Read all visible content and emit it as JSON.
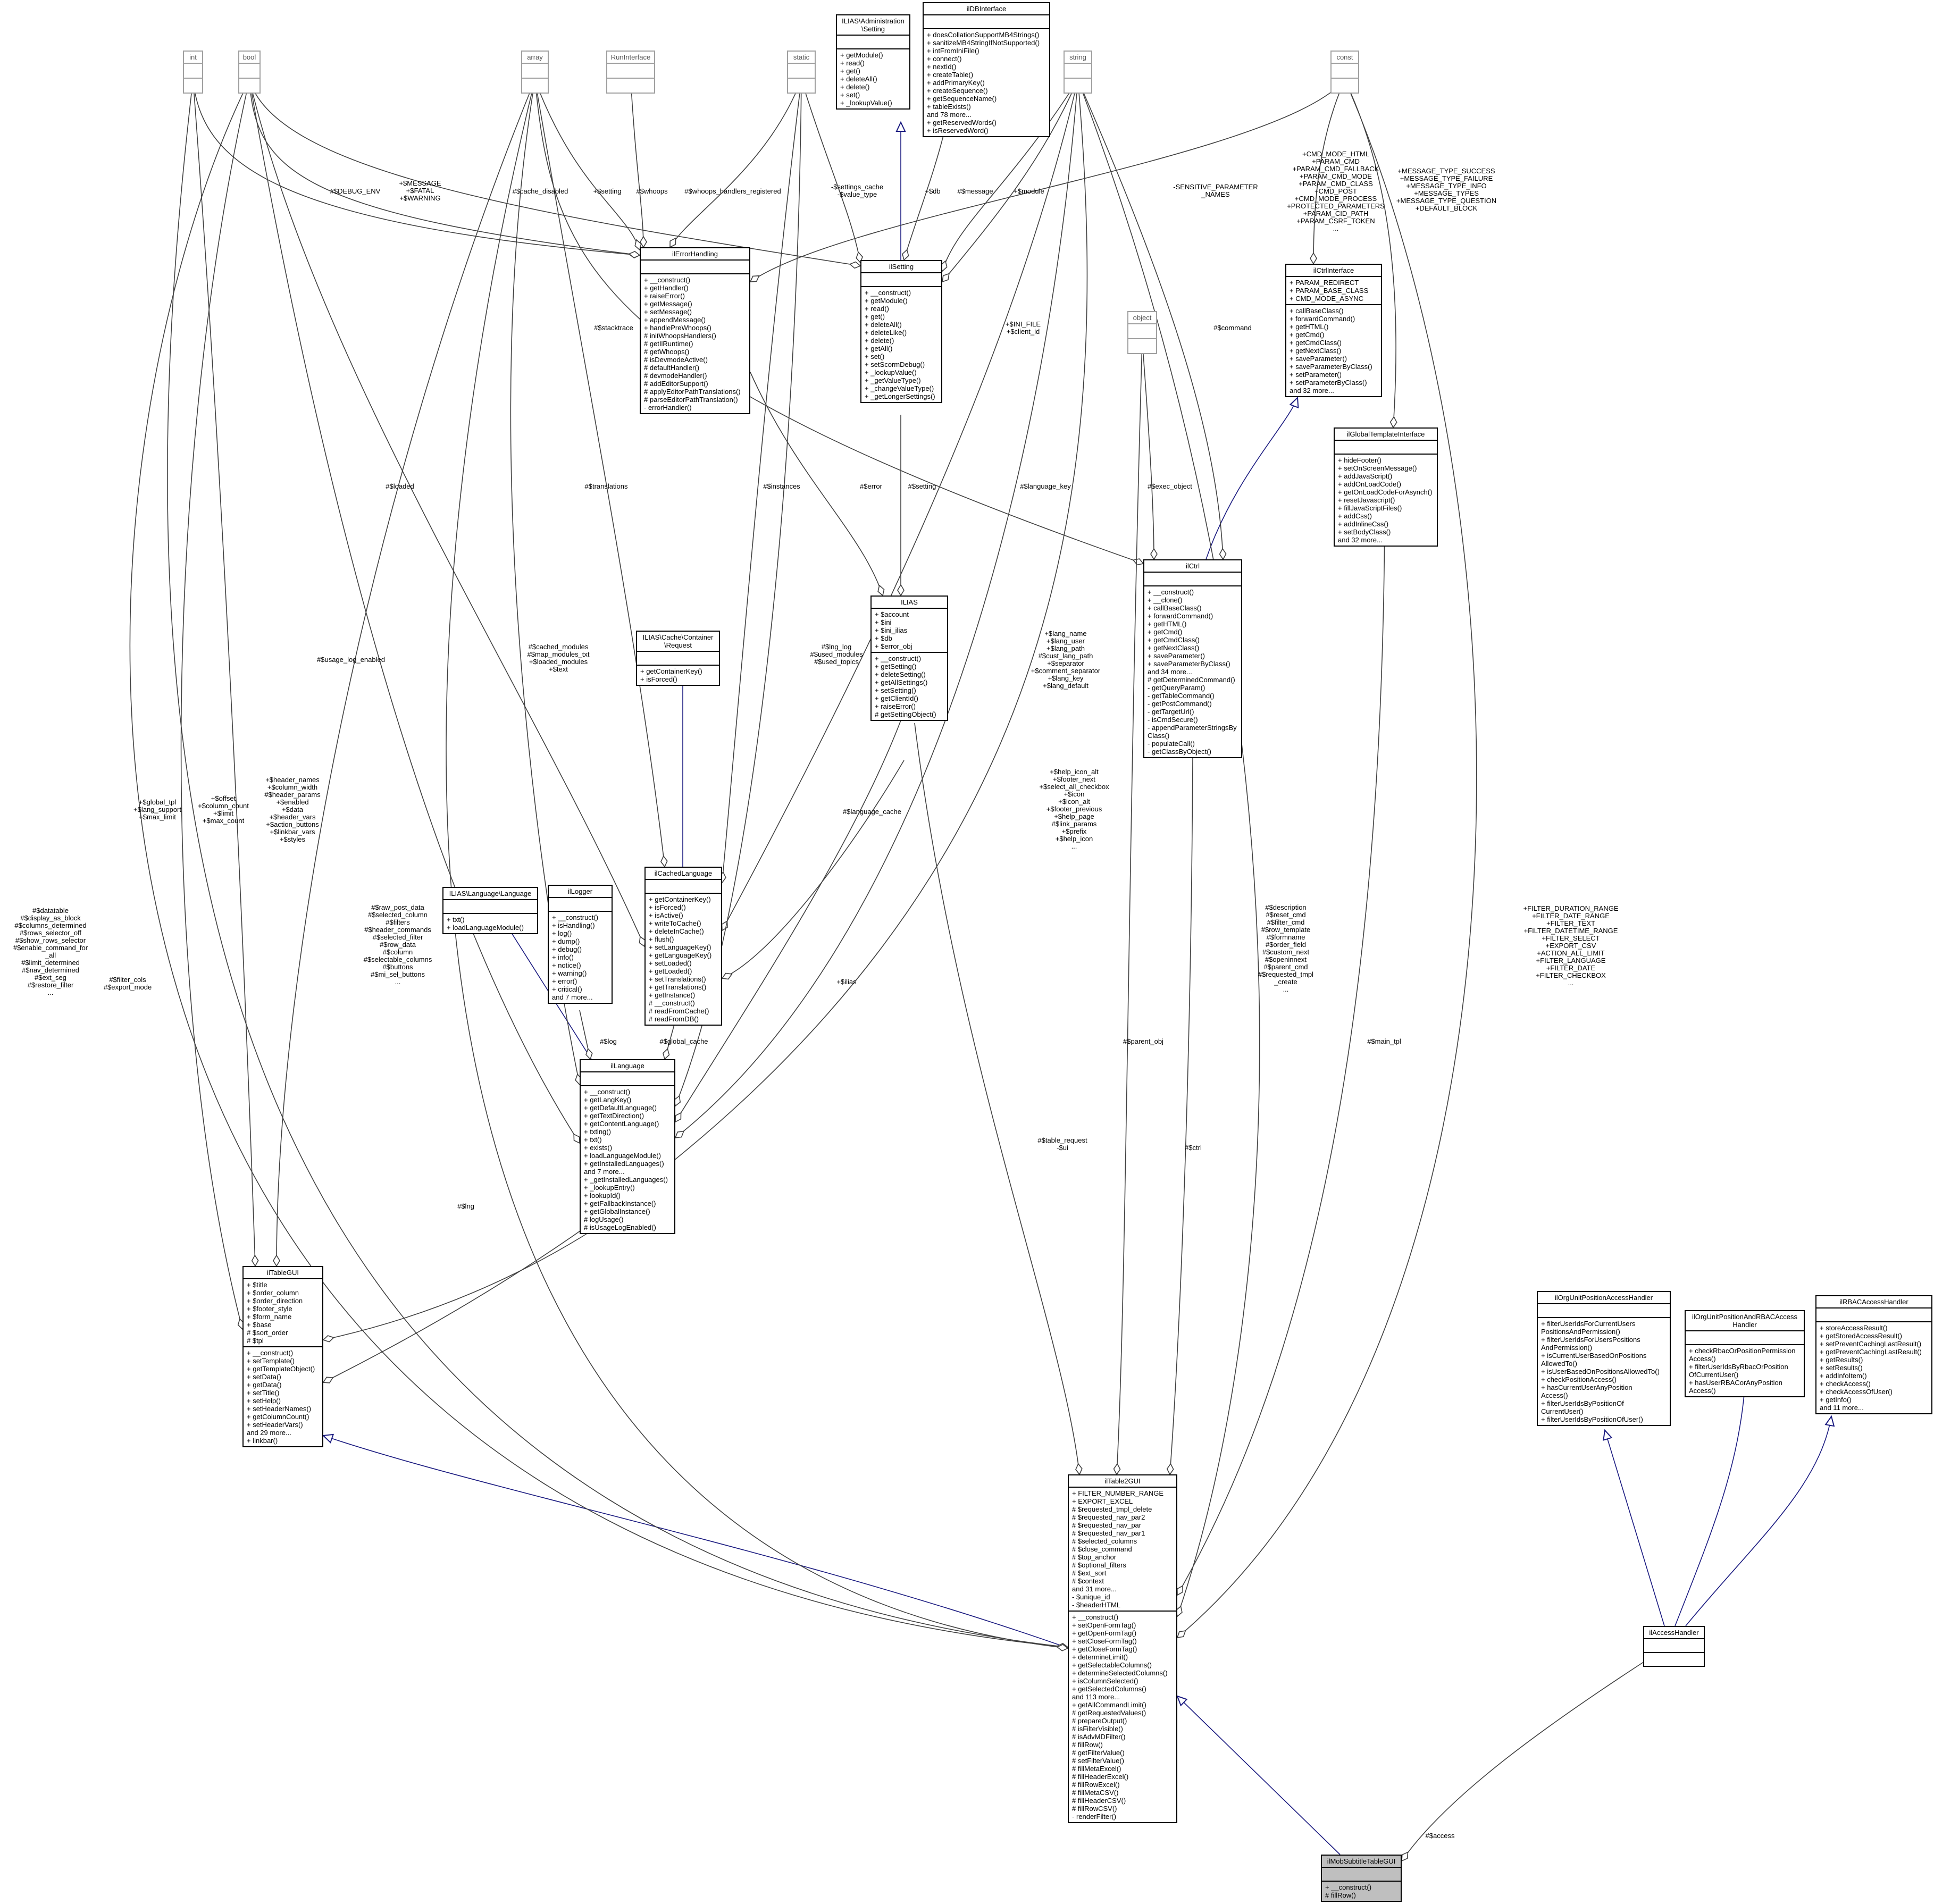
{
  "colors": {
    "inheritance": "#1a1a80",
    "association": "#404040",
    "focus_fill": "#bfbfbf",
    "external_border": "#a0a0a0"
  },
  "classes": {
    "int": {
      "title": "int",
      "attributes": [],
      "methods": []
    },
    "bool": {
      "title": "bool",
      "attributes": [],
      "methods": []
    },
    "array": {
      "title": "array",
      "attributes": [],
      "methods": []
    },
    "runinterface": {
      "title": "RunInterface",
      "attributes": [],
      "methods": []
    },
    "static": {
      "title": "static",
      "attributes": [],
      "methods": []
    },
    "admin_setting": {
      "title": "ILIAS\\Administration\n\\Setting",
      "attributes": [],
      "methods": [
        "+ getModule()",
        "+ read()",
        "+ get()",
        "+ deleteAll()",
        "+ delete()",
        "+ set()",
        "+ _lookupValue()"
      ]
    },
    "ildbinterface": {
      "title": "ilDBInterface",
      "attributes": [],
      "methods": [
        "+ doesCollationSupportMB4Strings()",
        "+ sanitizeMB4StringIfNotSupported()",
        "+ intFromIniFile()",
        "+ connect()",
        "+ nextId()",
        "+ createTable()",
        "+ addPrimaryKey()",
        "+ createSequence()",
        "+ getSequenceName()",
        "+ tableExists()",
        "and 78 more...",
        "+ getReservedWords()",
        "+ isReservedWord()"
      ]
    },
    "string": {
      "title": "string",
      "attributes": [],
      "methods": []
    },
    "const": {
      "title": "const",
      "attributes": [],
      "methods": []
    },
    "ilerrorhandling": {
      "title": "ilErrorHandling",
      "attributes": [],
      "methods": [
        "+ __construct()",
        "+ getHandler()",
        "+ raiseError()",
        "+ getMessage()",
        "+ setMessage()",
        "+ appendMessage()",
        "+ handlePreWhoops()",
        "# initWhoopsHandlers()",
        "# getIlRuntime()",
        "# getWhoops()",
        "# isDevmodeActive()",
        "# defaultHandler()",
        "# devmodeHandler()",
        "# addEditorSupport()",
        "# applyEditorPathTranslations()",
        "# parseEditorPathTranslation()",
        "- errorHandler()"
      ]
    },
    "ilsetting": {
      "title": "ilSetting",
      "attributes": [],
      "methods": [
        "+ __construct()",
        "+ getModule()",
        "+ read()",
        "+ get()",
        "+ deleteAll()",
        "+ deleteLike()",
        "+ delete()",
        "+ getAll()",
        "+ set()",
        "+ setScormDebug()",
        "+ _lookupValue()",
        "+ _getValueType()",
        "+ _changeValueType()",
        "+ _getLongerSettings()"
      ]
    },
    "ilctrlinterface": {
      "title": "ilCtrlInterface",
      "attributes": [
        "+ PARAM_REDIRECT",
        "+ PARAM_BASE_CLASS",
        "+ CMD_MODE_ASYNC"
      ],
      "methods": [
        "+ callBaseClass()",
        "+ forwardCommand()",
        "+ getHTML()",
        "+ getCmd()",
        "+ getCmdClass()",
        "+ getNextClass()",
        "+ saveParameter()",
        "+ saveParameterByClass()",
        "+ setParameter()",
        "+ setParameterByClass()",
        "and 32 more..."
      ]
    },
    "object": {
      "title": "object",
      "attributes": [],
      "methods": []
    },
    "ilglobaltemplateinterface": {
      "title": "ilGlobalTemplateInterface",
      "attributes": [],
      "methods": [
        "+ hideFooter()",
        "+ setOnScreenMessage()",
        "+ addJavaScript()",
        "+ addOnLoadCode()",
        "+ getOnLoadCodeForAsynch()",
        "+ resetJavascript()",
        "+ fillJavaScriptFiles()",
        "+ addCss()",
        "+ addInlineCss()",
        "+ setBodyClass()",
        "and 32 more..."
      ]
    },
    "ilias": {
      "title": "ILIAS",
      "attributes": [
        "+ $account",
        "+ $ini",
        "+ $ini_ilias",
        "+ $db",
        "+ $error_obj"
      ],
      "methods": [
        "+ __construct()",
        "+ getSetting()",
        "+ deleteSetting()",
        "+ getAllSettings()",
        "+ setSetting()",
        "+ getClientId()",
        "+ raiseError()",
        "# getSettingObject()"
      ]
    },
    "ilctrl": {
      "title": "ilCtrl",
      "attributes": [],
      "methods": [
        "+ __construct()",
        "+ __clone()",
        "+ callBaseClass()",
        "+ forwardCommand()",
        "+ getHTML()",
        "+ getCmd()",
        "+ getCmdClass()",
        "+ getNextClass()",
        "+ saveParameter()",
        "+ saveParameterByClass()",
        "and 34 more...",
        "# getDeterminedCommand()",
        "- getQueryParam()",
        "- getTableCommand()",
        "- getPostCommand()",
        "- getTargetUrl()",
        "- isCmdSecure()",
        "- appendParameterStringsBy\nClass()",
        "- populateCall()",
        "- getClassByObject()"
      ]
    },
    "cache_request": {
      "title": "ILIAS\\Cache\\Container\n\\Request",
      "attributes": [],
      "methods": [
        "+ getContainerKey()",
        "+ isForced()"
      ]
    },
    "ilcachedlanguage": {
      "title": "ilCachedLanguage",
      "attributes": [],
      "methods": [
        "+ getContainerKey()",
        "+ isForced()",
        "+ isActive()",
        "+ writeToCache()",
        "+ deleteInCache()",
        "+ flush()",
        "+ setLanguageKey()",
        "+ getLanguageKey()",
        "+ setLoaded()",
        "+ getLoaded()",
        "+ setTranslations()",
        "+ getTranslations()",
        "+ getInstance()",
        "# __construct()",
        "# readFromCache()",
        "# readFromDB()"
      ]
    },
    "illogger": {
      "title": "ilLogger",
      "attributes": [],
      "methods": [
        "+ __construct()",
        "+ isHandling()",
        "+ log()",
        "+ dump()",
        "+ debug()",
        "+ info()",
        "+ notice()",
        "+ warning()",
        "+ error()",
        "+ critical()",
        "and 7 more..."
      ]
    },
    "language_if": {
      "title": "ILIAS\\Language\\Language",
      "attributes": [],
      "methods": [
        "+ txt()",
        "+ loadLanguageModule()"
      ]
    },
    "illanguage": {
      "title": "ilLanguage",
      "attributes": [],
      "methods": [
        "+ __construct()",
        "+ getLangKey()",
        "+ getDefaultLanguage()",
        "+ getTextDirection()",
        "+ getContentLanguage()",
        "+ txtlng()",
        "+ txt()",
        "+ exists()",
        "+ loadLanguageModule()",
        "+ getInstalledLanguages()",
        "and 7 more...",
        "+ _getInstalledLanguages()",
        "+ _lookupEntry()",
        "+ lookupId()",
        "+ getFallbackInstance()",
        "+ getGlobalInstance()",
        "# logUsage()",
        "# isUsageLogEnabled()"
      ]
    },
    "iltablegui": {
      "title": "ilTableGUI",
      "attributes": [
        "+ $title",
        "+ $order_column",
        "+ $order_direction",
        "+ $footer_style",
        "+ $form_name",
        "+ $base",
        "# $sort_order",
        "# $tpl"
      ],
      "methods": [
        "+ __construct()",
        "+ setTemplate()",
        "+ getTemplateObject()",
        "+ setData()",
        "+ getData()",
        "+ setTitle()",
        "+ setHelp()",
        "+ setHeaderNames()",
        "+ getColumnCount()",
        "+ setHeaderVars()",
        "and 29 more...",
        "+ linkbar()"
      ]
    },
    "iltable2gui": {
      "title": "ilTable2GUI",
      "attributes": [
        "+ FILTER_NUMBER_RANGE",
        "+ EXPORT_EXCEL",
        "# $requested_tmpl_delete",
        "# $requested_nav_par2",
        "# $requested_nav_par",
        "# $requested_nav_par1",
        "# $selected_columns",
        "# $close_command",
        "# $top_anchor",
        "# $optional_filters",
        "# $ext_sort",
        "# $context",
        "and 31 more...",
        "- $unique_id",
        "- $headerHTML"
      ],
      "methods": [
        "+ __construct()",
        "+ setOpenFormTag()",
        "+ getOpenFormTag()",
        "+ setCloseFormTag()",
        "+ getCloseFormTag()",
        "+ determineLimit()",
        "+ getSelectableColumns()",
        "+ determineSelectedColumns()",
        "+ isColumnSelected()",
        "+ getSelectedColumns()",
        "and 113 more...",
        "+ getAllCommandLimit()",
        "# getRequestedValues()",
        "# prepareOutput()",
        "# isFilterVisible()",
        "# isAdvMDFilter()",
        "# fillRow()",
        "# getFilterValue()",
        "# setFilterValue()",
        "# fillMetaExcel()",
        "# fillHeaderExcel()",
        "# fillRowExcel()",
        "# fillMetaCSV()",
        "# fillHeaderCSV()",
        "# fillRowCSV()",
        "- renderFilter()"
      ]
    },
    "ilorgunit_handler": {
      "title": "ilOrgUnitPositionAccessHandler",
      "attributes": [],
      "methods": [
        "+ filterUserIdsForCurrentUsers\nPositionsAndPermission()",
        "+ filterUserIdsForUsersPositions\nAndPermission()",
        "+ isCurrentUserBasedOnPositions\nAllowedTo()",
        "+ isUserBasedOnPositionsAllowedTo()",
        "+ checkPositionAccess()",
        "+ hasCurrentUserAnyPosition\nAccess()",
        "+ filterUserIdsByPositionOf\nCurrentUser()",
        "+ filterUserIdsByPositionOfUser()"
      ]
    },
    "ilorgunit_rbac": {
      "title": "ilOrgUnitPositionAndRBACAccess\nHandler",
      "attributes": [],
      "methods": [
        "+ checkRbacOrPositionPermission\nAccess()",
        "+ filterUserIdsByRbacOrPosition\nOfCurrentUser()",
        "+ hasUserRBACorAnyPosition\nAccess()"
      ]
    },
    "ilrbac_handler": {
      "title": "ilRBACAccessHandler",
      "attributes": [],
      "methods": [
        "+ storeAccessResult()",
        "+ getStoredAccessResult()",
        "+ setPreventCachingLastResult()",
        "+ getPreventCachingLastResult()",
        "+ getResults()",
        "+ setResults()",
        "+ addInfoItem()",
        "+ checkAccess()",
        "+ checkAccessOfUser()",
        "+ getInfo()",
        "and 11 more..."
      ]
    },
    "ilaccesshandler": {
      "title": "ilAccessHandler",
      "attributes": [],
      "methods": []
    },
    "ilmob": {
      "title": "ilMobSubtitleTableGUI",
      "attributes": [],
      "methods": [
        "+ __construct()",
        "# fillRow()"
      ]
    }
  },
  "edge_labels": [
    "+$MESSAGE\n+$FATAL\n+$WARNING",
    "#$DEBUG_ENV",
    "#$cache_disabled",
    "+$setting",
    "#$whoops",
    "#$whoops_handlers_registered",
    "-$settings_cache\n-$value_type",
    "+$db",
    "#$message",
    "+$module",
    "-SENSITIVE_PARAMETER\n_NAMES",
    "+CMD_MODE_HTML\n+PARAM_CMD\n+PARAM_CMD_FALLBACK\n+PARAM_CMD_MODE\n+PARAM_CMD_CLASS\n+CMD_POST\n+CMD_MODE_PROCESS\n+PROTECTED_PARAMETERS\n+PARAM_CID_PATH\n+PARAM_CSRF_TOKEN\n...",
    "+MESSAGE_TYPE_SUCCESS\n+MESSAGE_TYPE_FAILURE\n+MESSAGE_TYPE_INFO\n+MESSAGE_TYPES\n+MESSAGE_TYPE_QUESTION\n+DEFAULT_BLOCK",
    "#$stacktrace",
    "+$INI_FILE\n+$client_id",
    "#$command",
    "#$loaded",
    "#$translations",
    "#$instances",
    "#$error",
    "#$setting",
    "#$language_key",
    "#$exec_object",
    "#$usage_log_enabled",
    "#$cached_modules\n#$map_modules_txt\n+$loaded_modules\n+$text",
    "#$lng_log\n#$used_modules\n#$used_topics",
    "+$lang_name\n+$lang_user\n+$lang_path\n#$cust_lang_path\n+$separator\n+$comment_separator\n+$lang_key\n+$lang_default",
    "#$language_cache",
    "+$header_names\n+$column_width\n#$header_params\n+$enabled\n+$data\n+$header_vars\n+$action_buttons\n+$linkbar_vars\n+$styles",
    "+$global_tpl\n+$lang_support\n+$max_limit",
    "+$offset\n+$column_count\n+$limit\n+$max_count",
    "+$help_icon_alt\n+$footer_next\n+$select_all_checkbox\n+$icon\n+$icon_alt\n+$footer_previous\n+$help_page\n#$link_params\n+$prefix\n+$help_icon\n...",
    "#$datatable\n#$display_as_block\n#$columns_determined\n#$rows_selector_off\n#$show_rows_selector\n#$enable_command_for\n_all\n#$limit_determined\n#$nav_determined\n#$ext_seg\n#$restore_filter\n...",
    "#$filter_cols\n#$export_mode",
    "#$raw_post_data\n#$selected_column\n#$filters\n#$header_commands\n#$selected_filter\n#$row_data\n#$column\n#$selectable_columns\n#$buttons\n#$mi_sel_buttons\n...",
    "#$log",
    "#$global_cache",
    "+$ilias",
    "#$lng",
    "#$description\n#$reset_cmd\n#$filter_cmd\n#$row_template\n#$formname\n#$order_field\n#$custom_next\n#$openinnext\n#$parent_cmd\n#$requested_tmpl\n_create\n...",
    "+FILTER_DURATION_RANGE\n+FILTER_DATE_RANGE\n+FILTER_TEXT\n+FILTER_DATETIME_RANGE\n+FILTER_SELECT\n+EXPORT_CSV\n+ACTION_ALL_LIMIT\n+FILTER_LANGUAGE\n+FILTER_DATE\n+FILTER_CHECKBOX\n...",
    "#$parent_obj",
    "#$table_request\n-$ui",
    "#$ctrl",
    "#$main_tpl",
    "#$access"
  ]
}
